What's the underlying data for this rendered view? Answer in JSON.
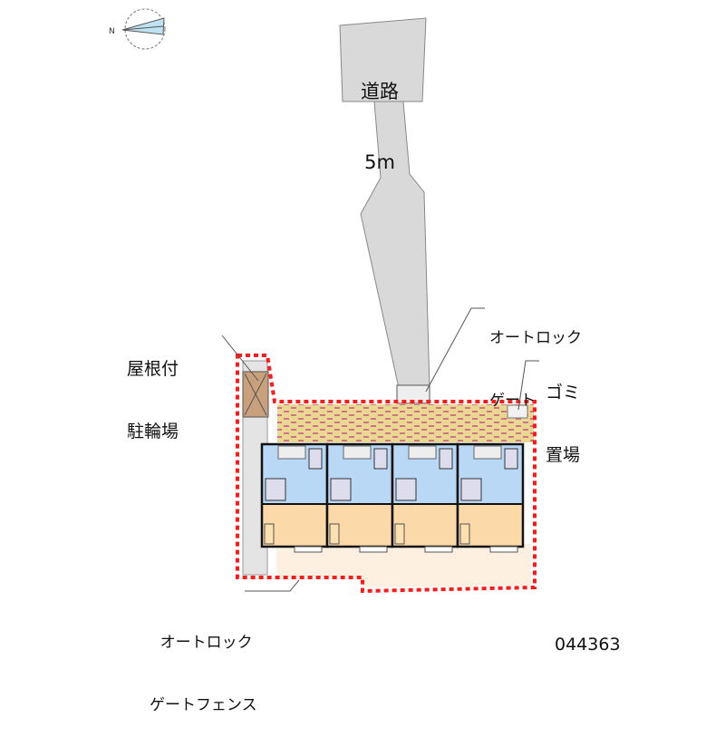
{
  "road": {
    "line1": "道路",
    "line2": "5m"
  },
  "labels": {
    "bike_parking": {
      "line1": "屋根付",
      "line2": "駐輪場"
    },
    "autolock_gate": {
      "line1": "オートロック",
      "line2": "ゲート"
    },
    "garbage": {
      "line1": "ゴミ",
      "line2": "置場"
    },
    "autolock_fence": {
      "line1": "オートロック",
      "line2": "ゲートフェンス"
    }
  },
  "property_id": "044363",
  "compass": {
    "icon": "north-arrow-icon",
    "label": "N"
  },
  "colors": {
    "boundary": "#ff1a1a",
    "road": "#d9d9d9",
    "brick": "#e8d890",
    "room_blue": "#b8d8f5",
    "room_orange": "#fcd9a8",
    "yard": "#fdf0e0",
    "shed": "#c8a07c"
  },
  "units": 4
}
